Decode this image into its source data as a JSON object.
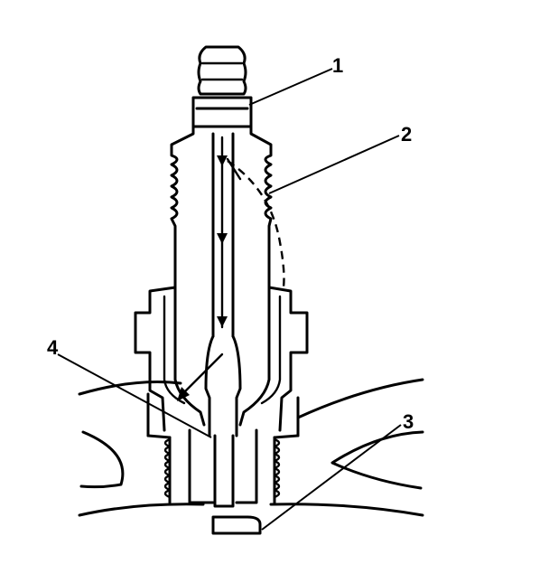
{
  "diagram": {
    "callouts": [
      {
        "id": "1",
        "label": "1"
      },
      {
        "id": "2",
        "label": "2"
      },
      {
        "id": "3",
        "label": "3"
      },
      {
        "id": "4",
        "label": "4"
      }
    ]
  },
  "colors": {
    "line": "#000000",
    "background": "#ffffff"
  }
}
